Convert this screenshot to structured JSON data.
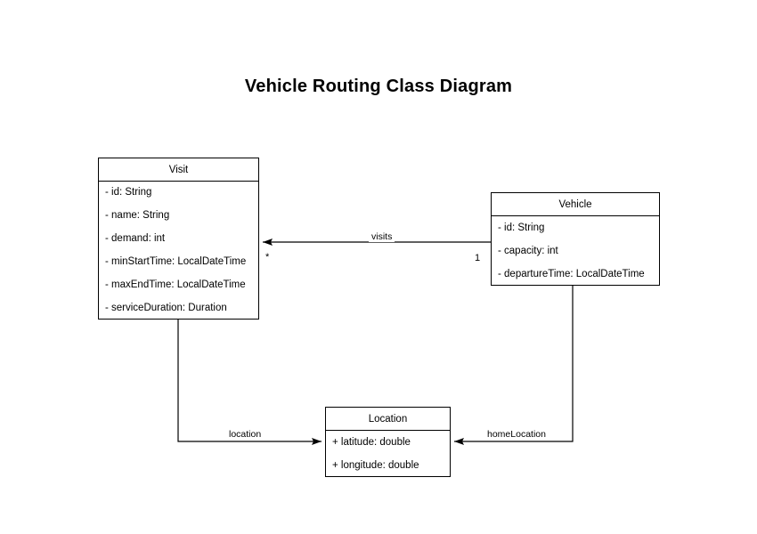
{
  "title": "Vehicle Routing Class Diagram",
  "colors": {
    "background": "#ffffff",
    "stroke": "#000000",
    "text": "#000000"
  },
  "classes": [
    {
      "id": "visit",
      "name": "Visit",
      "attributes": [
        "- id: String",
        "- name: String",
        "- demand: int",
        "- minStartTime: LocalDateTime",
        "- maxEndTime: LocalDateTime",
        "- serviceDuration: Duration"
      ]
    },
    {
      "id": "vehicle",
      "name": "Vehicle",
      "attributes": [
        "- id: String",
        "- capacity: int",
        "- departureTime: LocalDateTime"
      ]
    },
    {
      "id": "location",
      "name": "Location",
      "attributes": [
        "+ latitude: double",
        "+ longitude: double"
      ]
    }
  ],
  "relationships": [
    {
      "id": "visits",
      "label": "visits",
      "from": "Vehicle",
      "to": "Visit",
      "source_multiplicity": "1",
      "target_multiplicity": "*"
    },
    {
      "id": "location",
      "label": "location",
      "from": "Visit",
      "to": "Location",
      "source_multiplicity": "",
      "target_multiplicity": ""
    },
    {
      "id": "homeLocation",
      "label": "homeLocation",
      "from": "Vehicle",
      "to": "Location",
      "source_multiplicity": "",
      "target_multiplicity": ""
    }
  ]
}
